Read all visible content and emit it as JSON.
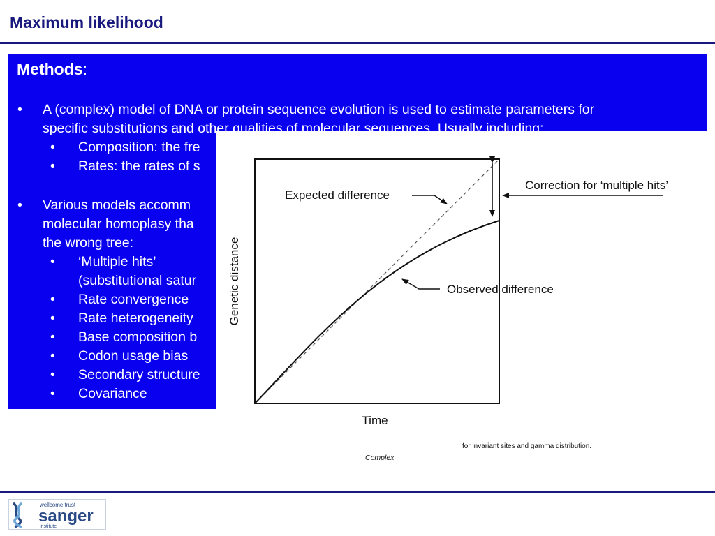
{
  "slide": {
    "title": "Maximum likelihood"
  },
  "methods": {
    "heading_bold": "Methods",
    "heading_colon": ":",
    "bullet_mark": "•",
    "bullet1": {
      "line1": "A (complex) model of DNA or protein sequence evolution is used to estimate parameters for",
      "line2": "specific substitutions and other qualities of molecular sequences. Usually including:"
    },
    "sub1": [
      {
        "label": "Composition: the fre"
      },
      {
        "label": "Rates: the rates of s"
      }
    ],
    "bullet2": {
      "line1": "Various models accomm",
      "line2": "molecular homoplasy tha",
      "line3": "the wrong tree:"
    },
    "sub2": [
      {
        "label": "‘Multiple hits’"
      },
      {
        "label": "(substitutional satur"
      },
      {
        "label": "Rate convergence"
      },
      {
        "label": "Rate heterogeneity"
      },
      {
        "label": "Base composition b"
      },
      {
        "label": "Codon usage bias"
      },
      {
        "label": "Secondary structure"
      },
      {
        "label": "Covariance"
      }
    ]
  },
  "figure": {
    "expected_label": "Expected difference",
    "correction_label": "Correction for ‘multiple hits’",
    "observed_label": "Observed difference",
    "y_axis_label": "Genetic distance",
    "x_axis_label": "Time",
    "caption_fragment": "for invariant sites and gamma distribution.",
    "complex_label": "Complex"
  },
  "logo": {
    "line1": "wellcome trust",
    "name": "sanger",
    "line3": "institute",
    "colors": {
      "dark": "#2a4a86",
      "light": "#6fa8d8"
    }
  },
  "colors": {
    "title": "#1a1a7e",
    "box": "#0a00f0",
    "rule": "#1a1a7e"
  }
}
